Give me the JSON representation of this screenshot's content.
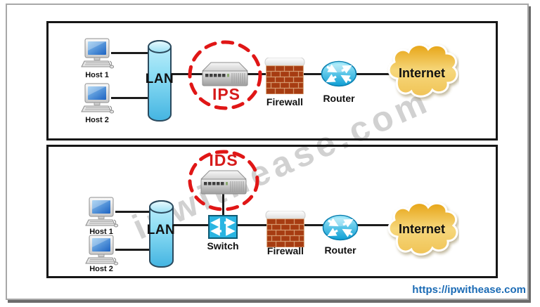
{
  "watermark_text": "ipwithease.com",
  "footer": {
    "link_text": "https://ipwithease.com"
  },
  "colors": {
    "dashed_circle_red": "#e01616",
    "sensor_text_red": "#d61a1a",
    "link_blue": "#1b6bb5",
    "router_cyan": "#0e9ed4",
    "switch_cyan": "#2ab5e2",
    "cloud_gold": "#f0c355",
    "lan_cylinder_cyan": "#8fdef4",
    "line_dark": "#1c1c1c"
  },
  "panels": [
    {
      "hosts": [
        {
          "label": "Host 1"
        },
        {
          "label": "Host 2"
        }
      ],
      "lan_label": "LAN",
      "sensor_label": "IPS",
      "firewall_label": "Firewall",
      "router_label": "Router",
      "internet_label": "Internet"
    },
    {
      "hosts": [
        {
          "label": "Host 1"
        },
        {
          "label": "Host 2"
        }
      ],
      "lan_label": "LAN",
      "sensor_label": "IDS",
      "switch_label": "Switch",
      "firewall_label": "Firewall",
      "router_label": "Router",
      "internet_label": "Internet"
    }
  ]
}
